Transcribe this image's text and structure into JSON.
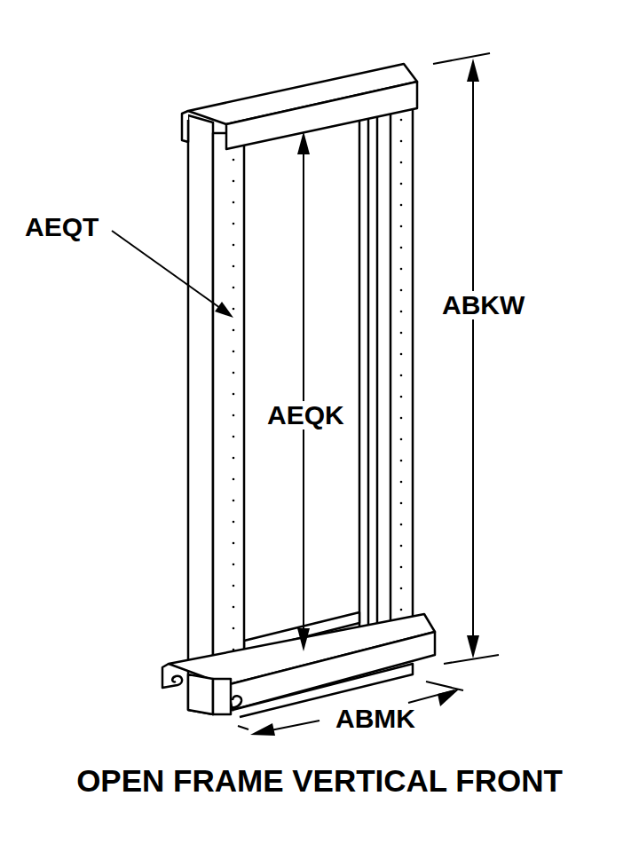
{
  "diagram": {
    "caption": "OPEN FRAME VERTICAL FRONT",
    "labels": [
      "AEQT",
      "ABKW",
      "AEQK",
      "ABMK"
    ]
  }
}
